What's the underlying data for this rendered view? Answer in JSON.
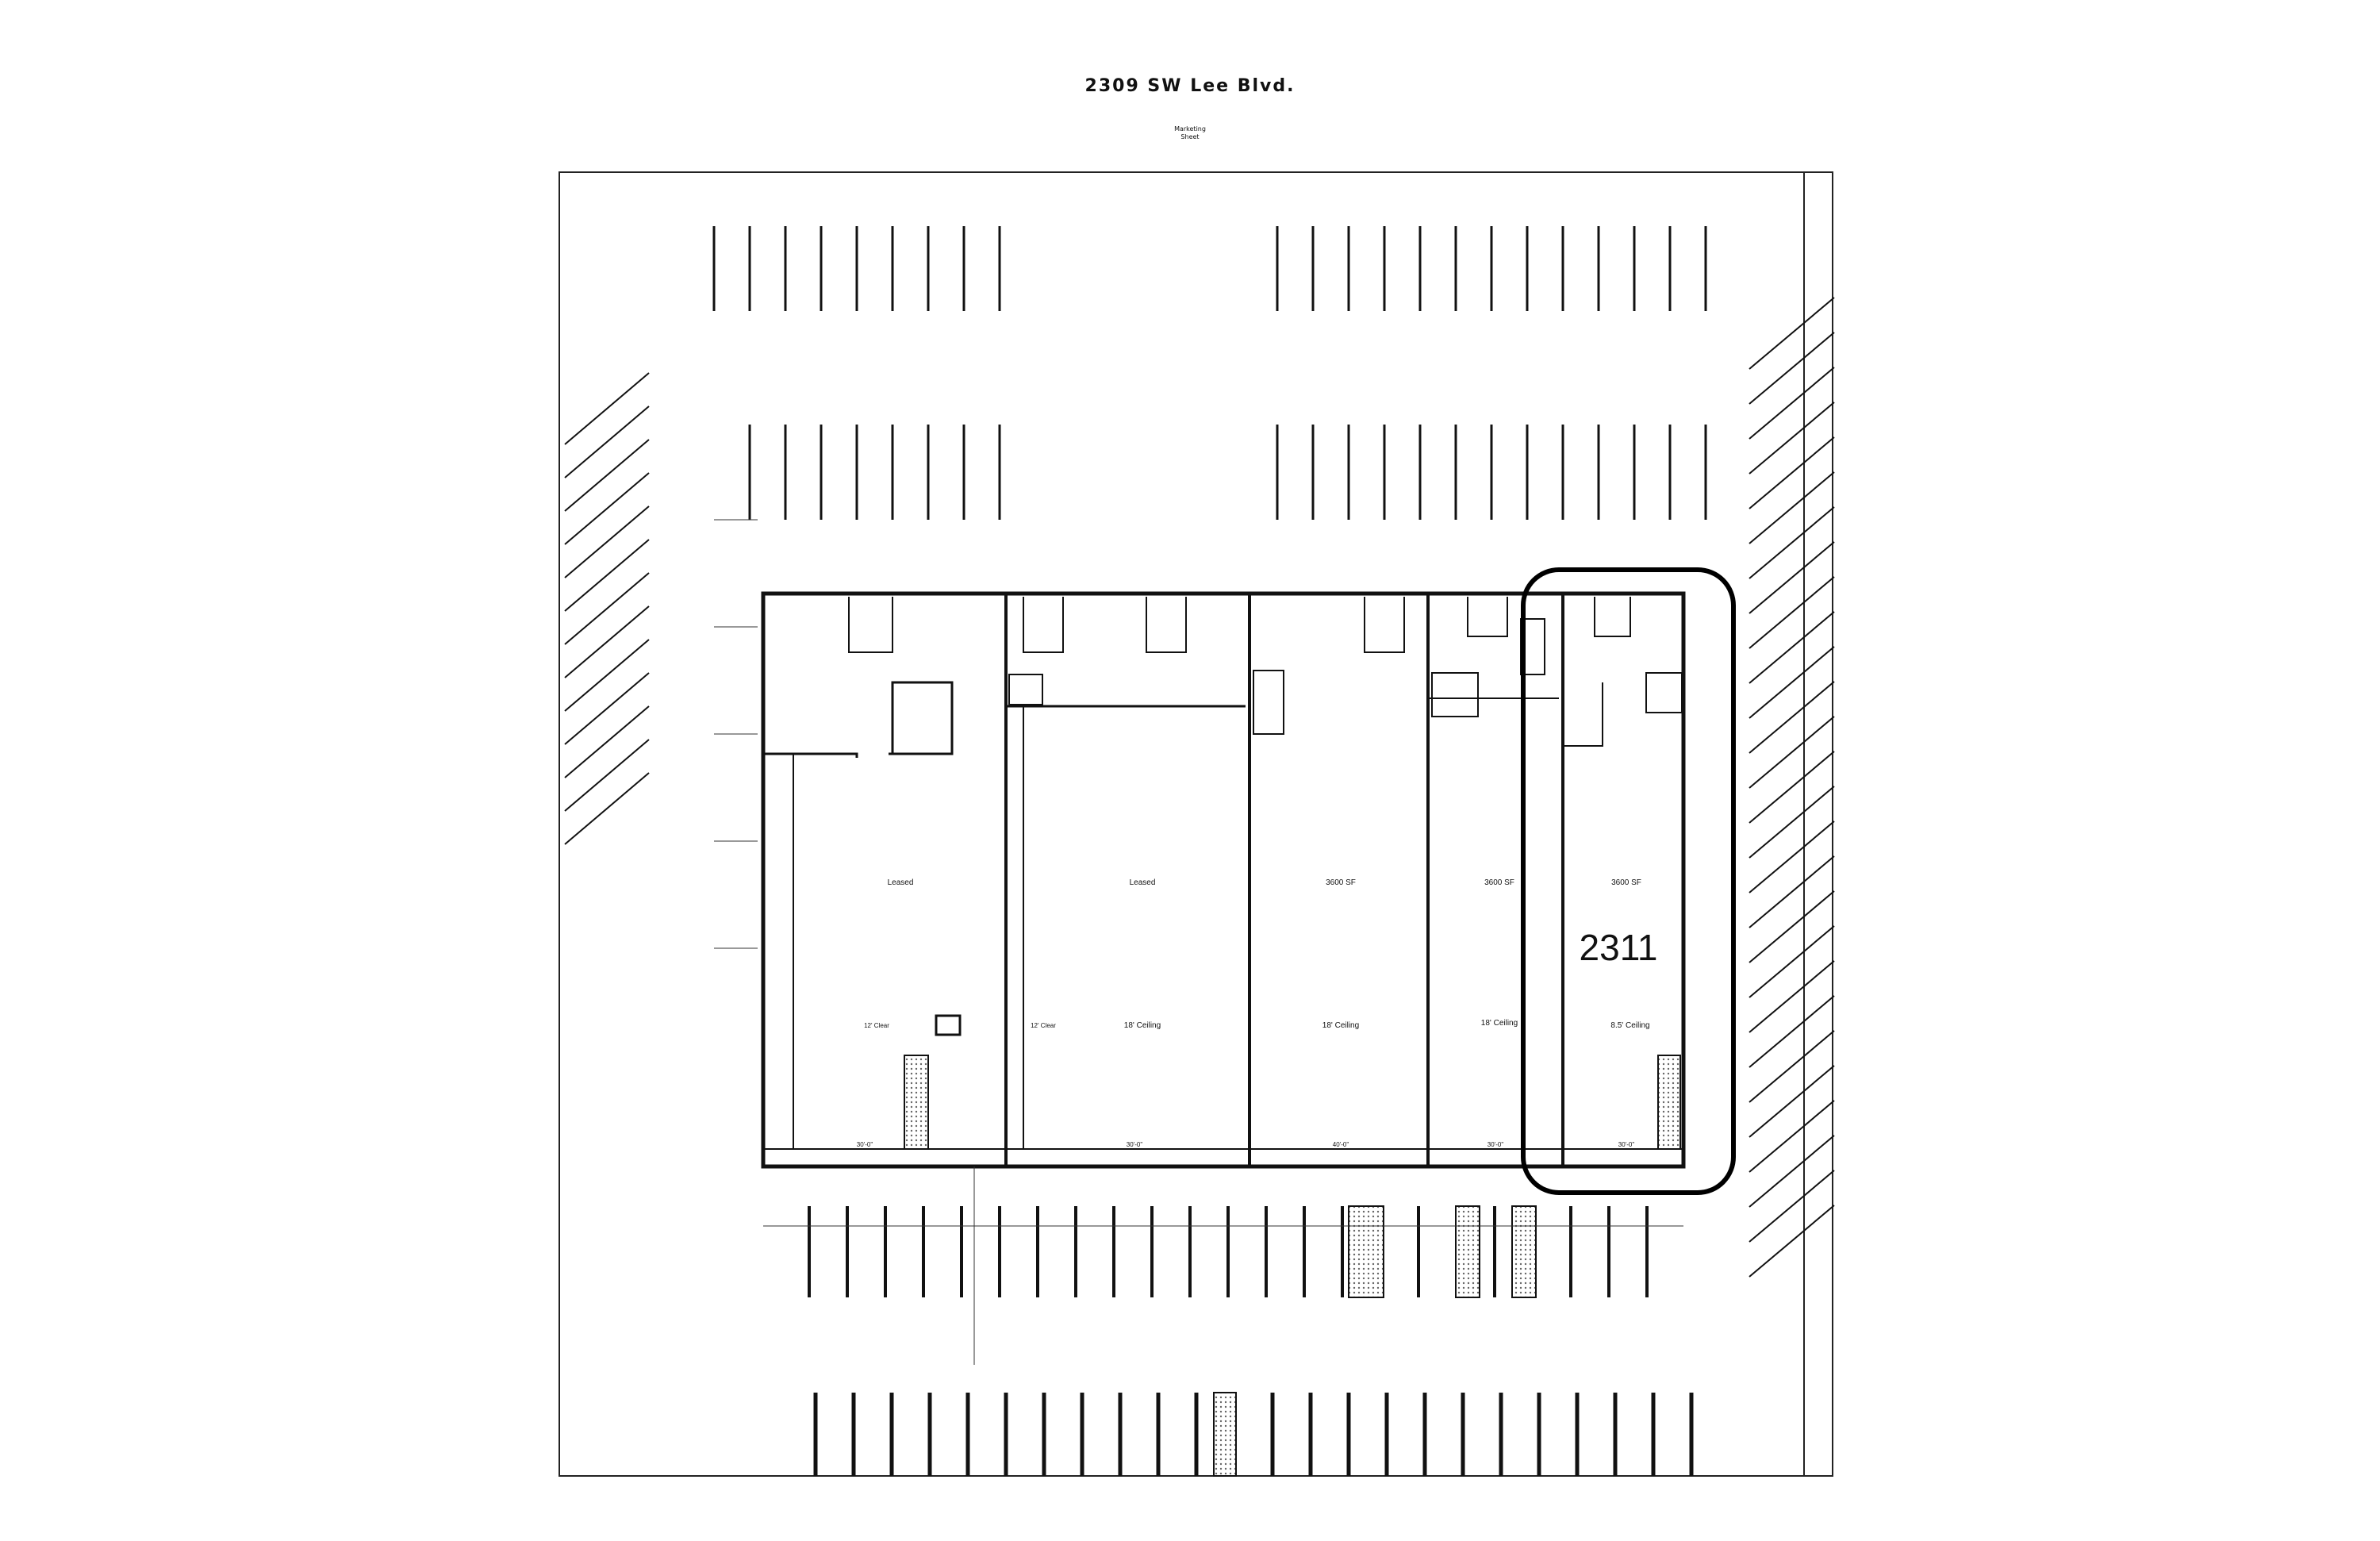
{
  "header": {
    "address": "2309 SW Lee Blvd.",
    "subtitle_line1": "Marketing",
    "subtitle_line2": "Sheet"
  },
  "units": [
    {
      "label": "Leased",
      "note": "",
      "extra": "12' Clear"
    },
    {
      "label": "Leased",
      "note": "18' Ceiling",
      "extra": "12' Clear"
    },
    {
      "label": "3600 SF",
      "note": "18' Ceiling",
      "extra": ""
    },
    {
      "label": "3600 SF",
      "note": "18' Ceiling",
      "extra": ""
    },
    {
      "label": "3600 SF",
      "note": "8.5' Ceiling",
      "extra": ""
    }
  ],
  "frontage_labels": [
    "30'-0\"",
    "30'-0\"",
    "40'-0\"",
    "30'-0\"",
    "30'-0\""
  ],
  "highlight": {
    "unit_number": "2311"
  },
  "colors": {
    "line": "#111111",
    "highlight": "#000000",
    "hatch": "#777777"
  }
}
